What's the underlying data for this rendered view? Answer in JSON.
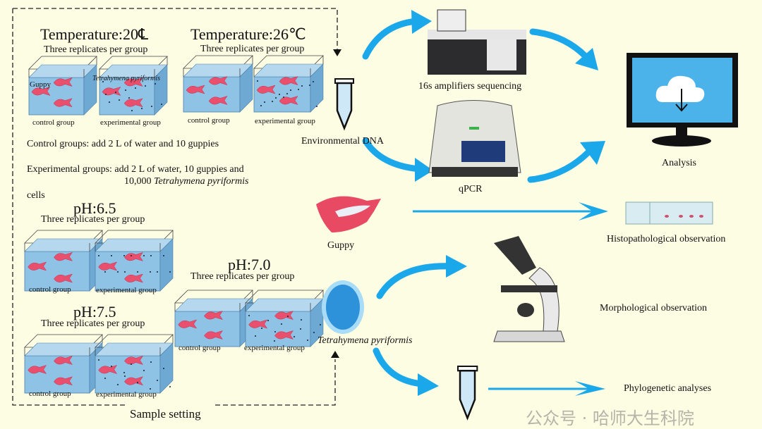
{
  "sample_setting": {
    "label": "Sample setting",
    "groups": [
      {
        "title": "Temperature:20℄",
        "subtitle": "Three replicates per group",
        "control": "control group",
        "experimental": "experimental group"
      },
      {
        "title": "Temperature:26℃",
        "subtitle": "Three replicates per group",
        "control": "control group",
        "experimental": "experimental group"
      },
      {
        "title": "pH:6.5",
        "subtitle": "Three replicates per group",
        "control": "control group",
        "experimental": "experimental group"
      },
      {
        "title": "pH:7.5",
        "subtitle": "Three replicates per group",
        "control": "control group",
        "experimental": "experimental group"
      },
      {
        "title": "pH:7.0",
        "subtitle": "Three replicates per group",
        "control": "control group",
        "experimental": "experimental group"
      }
    ],
    "tank_labels": {
      "guppy": "Guppy",
      "tetrahymena": "Tetrahymena pyriformis"
    },
    "control_note": "Control groups: add 2 L of water and 10 guppies",
    "experimental_note_1": "Experimental groups: add 2 L of water, 10 guppies and",
    "experimental_note_2a": "10,000 ",
    "experimental_note_2b": "Tetrahymena pyriformis",
    "experimental_note_3": "cells"
  },
  "nodes": {
    "edna": "Environmental DNA",
    "guppy": "Guppy",
    "tetrahymena": "Tetrahymena pyriformis",
    "sequencing": "16s amplifiers sequencing",
    "qpcr": "qPCR",
    "analysis": "Analysis",
    "histo": "Histopathological observation",
    "morph": "Morphological observation",
    "phylo": "Phylogenetic analyses"
  },
  "watermark": "公众号 · 哈师大生科院",
  "colors": {
    "background": "#fdfde4",
    "arrow": "#1aa8ea",
    "water": "#8fc3e6",
    "fish": "#e8506e"
  }
}
